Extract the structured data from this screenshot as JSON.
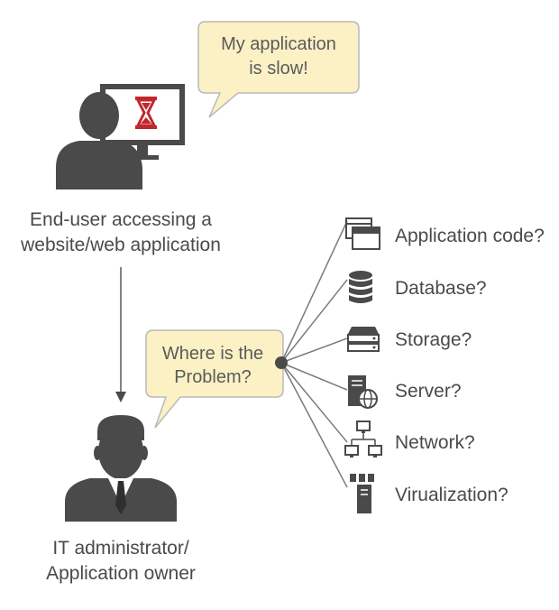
{
  "end_user": {
    "speech": [
      "My application",
      "is slow!"
    ],
    "caption": [
      "End-user accessing a",
      "website/web application"
    ]
  },
  "admin": {
    "speech": [
      "Where is the",
      "Problem?"
    ],
    "caption": [
      "IT administrator/",
      "Application owner"
    ]
  },
  "categories": [
    {
      "label": "Application code?",
      "icon": "application-windows-icon"
    },
    {
      "label": "Database?",
      "icon": "database-icon"
    },
    {
      "label": "Storage?",
      "icon": "storage-icon"
    },
    {
      "label": "Server?",
      "icon": "server-icon"
    },
    {
      "label": "Network?",
      "icon": "network-icon"
    },
    {
      "label": "Virualization?",
      "icon": "virtualization-icon"
    }
  ],
  "colors": {
    "figure": "#4a4a4a",
    "bubble_fill": "#fcf1c4",
    "bubble_stroke": "#b9b9b9",
    "hourglass": "#c1272d",
    "connector": "#7a7a7a"
  }
}
